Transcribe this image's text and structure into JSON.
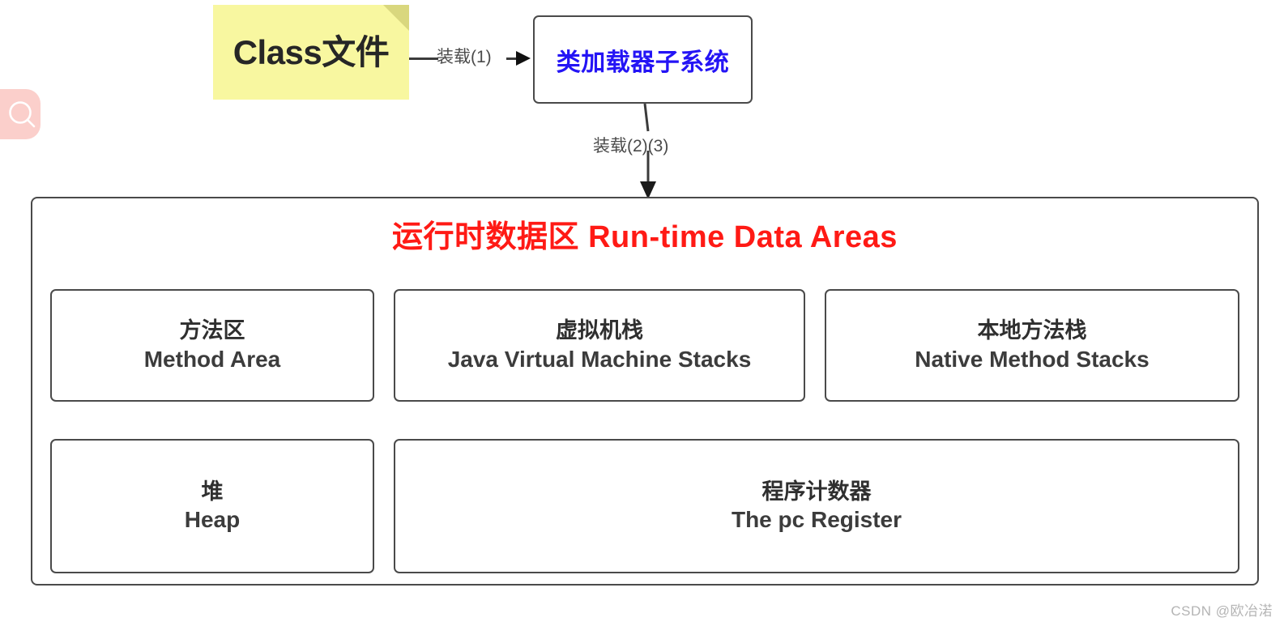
{
  "diagram": {
    "title": "运行时数据区 Run-time Data Areas",
    "title_color": "#ff1a15",
    "background": "#ffffff"
  },
  "search_badge": {
    "icon": "search-icon",
    "badge_color": "#fbcfcb",
    "icon_color": "#ffffff"
  },
  "class_note": {
    "label": "Class文件",
    "fill": "#f8f7a0",
    "fold_color": "#d9d77e",
    "text_color": "#262626"
  },
  "arrows": [
    {
      "name": "load-1",
      "label": "装载(1)",
      "direction": "right",
      "color": "#3b3b3b"
    },
    {
      "name": "load-2",
      "label": "装载(2)(3)",
      "direction": "down",
      "color": "#3b3b3b"
    }
  ],
  "loader_box": {
    "label": "类加载器子系统",
    "text_color": "#2414f5",
    "border_color": "#4a4a4a"
  },
  "runtime_areas": {
    "border_color": "#4a4a4a",
    "rows": [
      {
        "name": "row-1",
        "boxes": [
          {
            "id": "method-area",
            "cn": "方法区",
            "en": "Method Area"
          },
          {
            "id": "jvm-stacks",
            "cn": "虚拟机栈",
            "en": "Java Virtual Machine Stacks"
          },
          {
            "id": "native-stacks",
            "cn": "本地方法栈",
            "en": "Native Method Stacks"
          }
        ]
      },
      {
        "name": "row-2",
        "boxes": [
          {
            "id": "heap",
            "cn": "堆",
            "en": "Heap"
          },
          {
            "id": "pc-register",
            "cn": "程序计数器",
            "en": "The pc Register"
          }
        ]
      }
    ]
  },
  "watermark": {
    "text": "CSDN @欧冶渃"
  }
}
